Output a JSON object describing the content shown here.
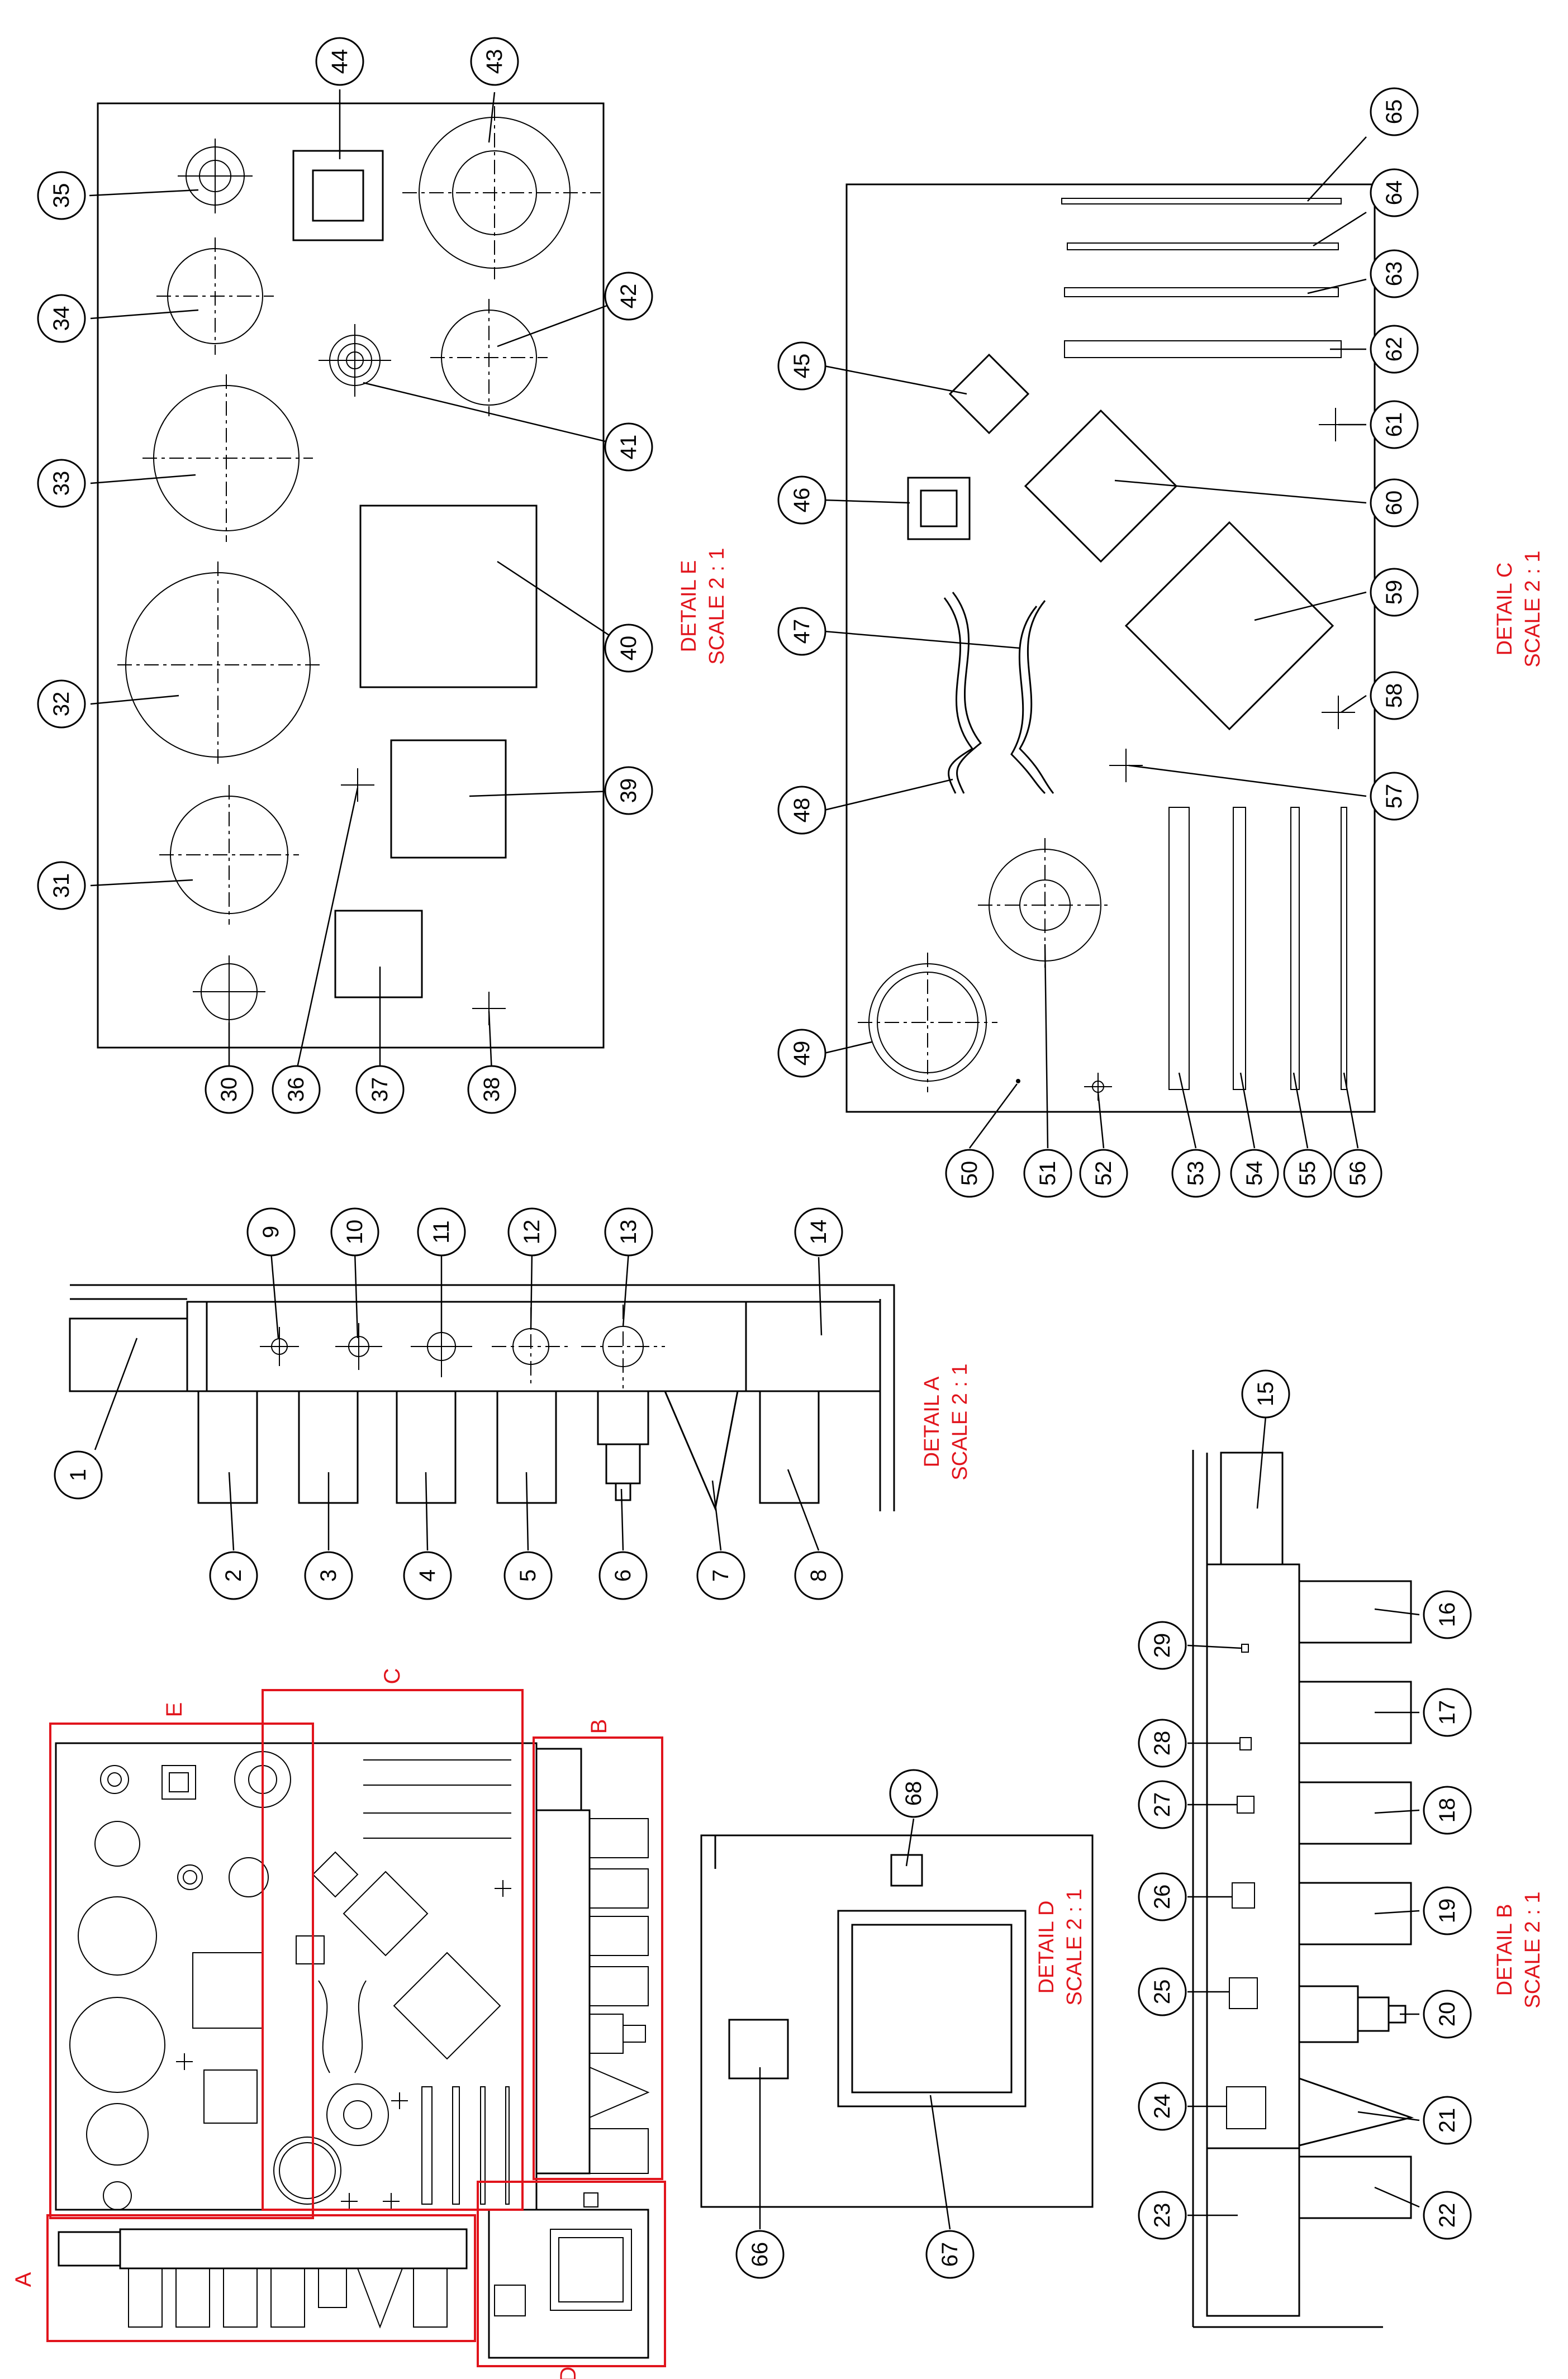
{
  "colors": {
    "line": "#000000",
    "annotation": "#e1141c",
    "background": "#ffffff"
  },
  "details": {
    "a": {
      "title": "DETAIL A",
      "scale": "SCALE 2 : 1"
    },
    "b": {
      "title": "DETAIL B",
      "scale": "SCALE 2 : 1"
    },
    "c": {
      "title": "DETAIL C",
      "scale": "SCALE 2 : 1"
    },
    "d": {
      "title": "DETAIL D",
      "scale": "SCALE 2 : 1"
    },
    "e": {
      "title": "DETAIL E",
      "scale": "SCALE 2 : 1"
    }
  },
  "region_labels": {
    "a": "A",
    "b": "B",
    "c": "C",
    "d": "D",
    "e": "E"
  },
  "callouts": [
    "1",
    "2",
    "3",
    "4",
    "5",
    "6",
    "7",
    "8",
    "9",
    "10",
    "11",
    "12",
    "13",
    "14",
    "15",
    "16",
    "17",
    "18",
    "19",
    "20",
    "21",
    "22",
    "23",
    "24",
    "25",
    "26",
    "27",
    "28",
    "29",
    "30",
    "31",
    "32",
    "33",
    "34",
    "35",
    "36",
    "37",
    "38",
    "39",
    "40",
    "41",
    "42",
    "43",
    "44",
    "45",
    "46",
    "47",
    "48",
    "49",
    "50",
    "51",
    "52",
    "53",
    "54",
    "55",
    "56",
    "57",
    "58",
    "59",
    "60",
    "61",
    "62",
    "63",
    "64",
    "65",
    "66",
    "67",
    "68"
  ]
}
